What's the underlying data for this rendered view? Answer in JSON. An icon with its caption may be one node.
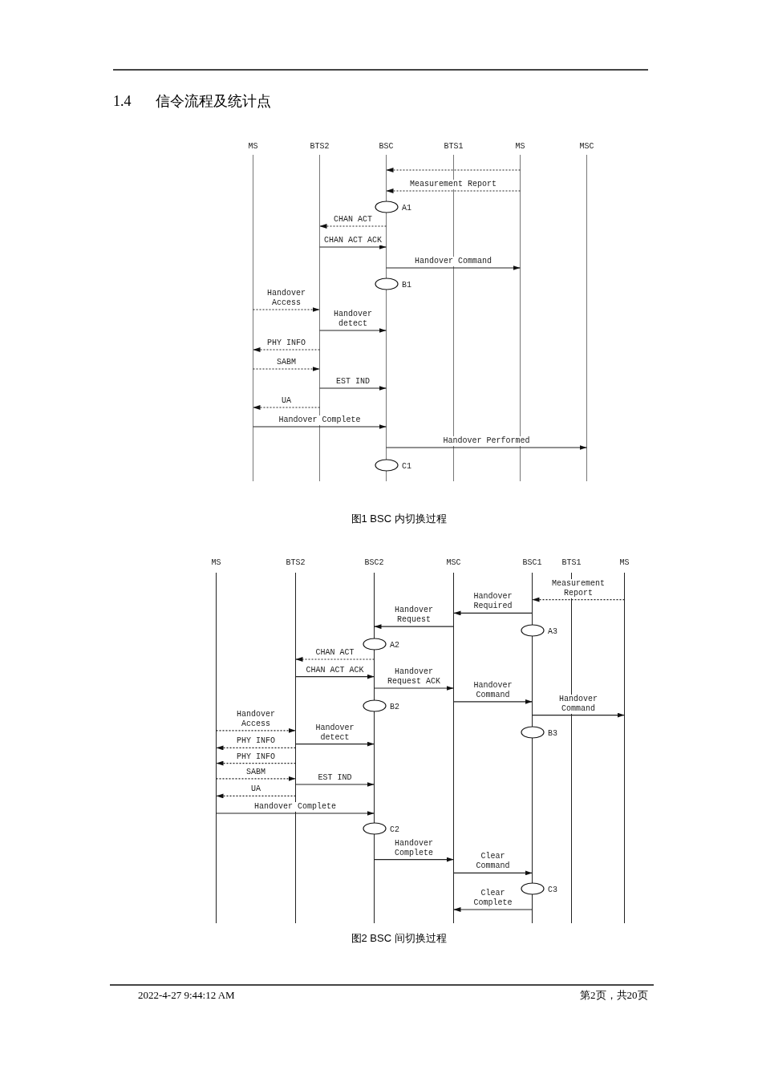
{
  "diagram": {
    "title": "1.4 信令流程及统计点",
    "nodes": [
      {
        "text": [
          "MS"
        ]
      },
      {
        "text": [
          "BTS2"
        ]
      },
      {
        "text": [
          "BSC"
        ]
      },
      {
        "text": [
          "BTS1"
        ]
      },
      {
        "text": [
          "MS"
        ]
      },
      {
        "text": [
          "MSC"
        ]
      },
      {
        "text": [],
        "shape": "ellipse",
        "beside": [
          "A1"
        ]
      },
      {
        "text": [],
        "shape": "ellipse",
        "beside": [
          "B1"
        ]
      },
      {
        "text": [],
        "shape": "ellipse",
        "beside": [
          "C1"
        ]
      },
      {
        "text": [
          "MS"
        ]
      },
      {
        "text": [
          "BTS2"
        ]
      },
      {
        "text": [
          "BSC2"
        ]
      },
      {
        "text": [
          "MSC"
        ]
      },
      {
        "text": [
          "BSC1"
        ]
      },
      {
        "text": [
          "BTS1"
        ]
      },
      {
        "text": [
          "MS"
        ]
      },
      {
        "text": [],
        "shape": "ellipse",
        "beside": [
          "A3"
        ]
      },
      {
        "text": [],
        "shape": "ellipse",
        "beside": [
          "A2"
        ]
      },
      {
        "text": [],
        "shape": "ellipse",
        "beside": [
          "B2"
        ]
      },
      {
        "text": [],
        "shape": "ellipse",
        "beside": [
          "B3"
        ]
      },
      {
        "text": [],
        "shape": "ellipse",
        "beside": [
          "C2"
        ]
      },
      {
        "text": [],
        "shape": "ellipse",
        "beside": [
          "C3"
        ]
      }
    ],
    "edges": [
      {
        "from": 4,
        "to": 2,
        "arrow": "to",
        "style": "dashed"
      },
      {
        "from": 4,
        "to": 2,
        "arrow": "to",
        "style": "dashed",
        "label": "Measurement Report"
      },
      {
        "from": 2,
        "to": 1,
        "arrow": "to",
        "style": "dashed",
        "label": "CHAN ACT"
      },
      {
        "from": 1,
        "to": 2,
        "arrow": "to",
        "label": "CHAN ACT ACK"
      },
      {
        "from": 2,
        "to": 4,
        "arrow": "to",
        "label": "Handover Command"
      },
      {
        "from": 0,
        "to": 1,
        "arrow": "to",
        "style": "dashed",
        "label": "Handover Access"
      },
      {
        "from": 1,
        "to": 2,
        "arrow": "to",
        "label": "Handover detect"
      },
      {
        "from": 1,
        "to": 0,
        "arrow": "to",
        "style": "dashed",
        "label": "PHY INFO"
      },
      {
        "from": 0,
        "to": 1,
        "arrow": "to",
        "style": "dashed",
        "label": "SABM"
      },
      {
        "from": 1,
        "to": 2,
        "arrow": "to",
        "label": "EST IND"
      },
      {
        "from": 1,
        "to": 0,
        "arrow": "to",
        "style": "dashed",
        "label": "UA"
      },
      {
        "from": 0,
        "to": 2,
        "arrow": "to",
        "label": "Handover Complete"
      },
      {
        "from": 2,
        "to": 5,
        "arrow": "to",
        "label": "Handover Performed"
      },
      {
        "from": 15,
        "to": 13,
        "arrow": "to",
        "style": "dashed",
        "label": "Measurement Report"
      },
      {
        "from": 13,
        "to": 12,
        "arrow": "to",
        "label": "Handover Required"
      },
      {
        "from": 12,
        "to": 11,
        "arrow": "to",
        "label": "Handover Request"
      },
      {
        "from": 11,
        "to": 10,
        "arrow": "to",
        "style": "dashed",
        "label": "CHAN ACT"
      },
      {
        "from": 10,
        "to": 11,
        "arrow": "to",
        "label": "CHAN ACT ACK"
      },
      {
        "from": 11,
        "to": 12,
        "arrow": "to",
        "label": "Handover Request ACK"
      },
      {
        "from": 12,
        "to": 13,
        "arrow": "to",
        "label": "Handover Command"
      },
      {
        "from": 13,
        "to": 15,
        "arrow": "to",
        "label": "Handover Command"
      },
      {
        "from": 9,
        "to": 10,
        "arrow": "to",
        "style": "dashed",
        "label": "Handover Access"
      },
      {
        "from": 10,
        "to": 11,
        "arrow": "to",
        "label": "Handover detect"
      },
      {
        "from": 10,
        "to": 9,
        "arrow": "to",
        "style": "dashed",
        "label": "PHY INFO"
      },
      {
        "from": 10,
        "to": 9,
        "arrow": "to",
        "style": "dashed",
        "label": "PHY INFO"
      },
      {
        "from": 9,
        "to": 10,
        "arrow": "to",
        "style": "dashed",
        "label": "SABM"
      },
      {
        "from": 10,
        "to": 11,
        "arrow": "to",
        "label": "EST IND"
      },
      {
        "from": 10,
        "to": 9,
        "arrow": "to",
        "style": "dashed",
        "label": "UA"
      },
      {
        "from": 9,
        "to": 11,
        "arrow": "to",
        "label": "Handover Complete"
      },
      {
        "from": 11,
        "to": 12,
        "arrow": "to",
        "label": "Handover Complete"
      },
      {
        "from": 12,
        "to": 13,
        "arrow": "to",
        "label": "Clear Command"
      },
      {
        "from": 13,
        "to": 12,
        "arrow": "to",
        "label": "Clear Complete"
      }
    ],
    "labels": [
      "图1 BSC 内切换过程",
      "图2 BSC 间切换过程",
      "2022-4-27 9:44:12 AM",
      "第2页，共20页"
    ]
  }
}
